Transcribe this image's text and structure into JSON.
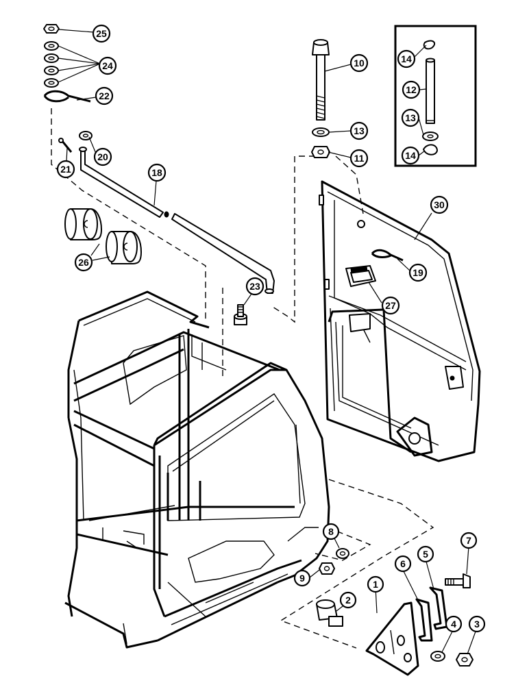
{
  "callouts": [
    {
      "id": "c25",
      "num": "25"
    },
    {
      "id": "c24",
      "num": "24"
    },
    {
      "id": "c22",
      "num": "22"
    },
    {
      "id": "c20",
      "num": "20"
    },
    {
      "id": "c21",
      "num": "21"
    },
    {
      "id": "c18",
      "num": "18"
    },
    {
      "id": "c26",
      "num": "26"
    },
    {
      "id": "c23",
      "num": "23"
    },
    {
      "id": "c10",
      "num": "10"
    },
    {
      "id": "c13a",
      "num": "13"
    },
    {
      "id": "c11",
      "num": "11"
    },
    {
      "id": "c14a",
      "num": "14"
    },
    {
      "id": "c12",
      "num": "12"
    },
    {
      "id": "c13b",
      "num": "13"
    },
    {
      "id": "c14b",
      "num": "14"
    },
    {
      "id": "c30",
      "num": "30"
    },
    {
      "id": "c19",
      "num": "19"
    },
    {
      "id": "c27",
      "num": "27"
    },
    {
      "id": "c8",
      "num": "8"
    },
    {
      "id": "c9",
      "num": "9"
    },
    {
      "id": "c7",
      "num": "7"
    },
    {
      "id": "c5",
      "num": "5"
    },
    {
      "id": "c6",
      "num": "6"
    },
    {
      "id": "c1",
      "num": "1"
    },
    {
      "id": "c2",
      "num": "2"
    },
    {
      "id": "c4",
      "num": "4"
    },
    {
      "id": "c3",
      "num": "3"
    }
  ]
}
